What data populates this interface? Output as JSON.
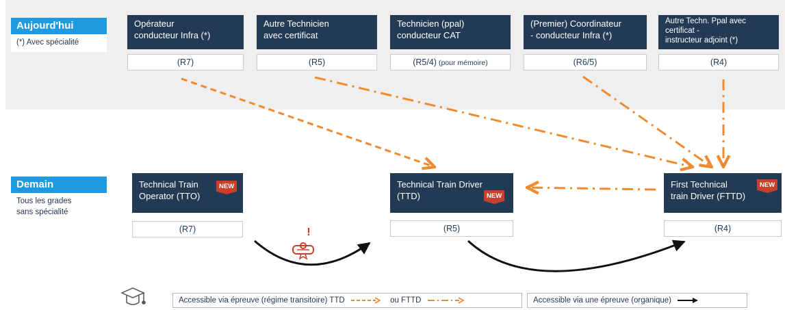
{
  "today": {
    "label": "Aujourd'hui",
    "note": "(*) Avec spécialité",
    "roles": [
      {
        "title_line1": "Opérateur",
        "title_line2": "conducteur Infra (*)",
        "title_line3": "",
        "grade": "(R7)",
        "grade_note": ""
      },
      {
        "title_line1": "Autre Technicien",
        "title_line2": "avec certificat",
        "title_line3": "",
        "grade": "(R5)",
        "grade_note": ""
      },
      {
        "title_line1": "Technicien (ppal)",
        "title_line2": "conducteur CAT",
        "title_line3": "",
        "grade": "(R5/4)",
        "grade_note": "(pour mémoire)"
      },
      {
        "title_line1": "(Premier) Coordinateur",
        "title_line2": "- conducteur Infra (*)",
        "title_line3": "",
        "grade": "(R6/5)",
        "grade_note": ""
      },
      {
        "title_line1": "Autre Techn. Ppal avec",
        "title_line2": "certificat -",
        "title_line3": "instructeur adjoint (*)",
        "grade": "(R4)",
        "grade_note": ""
      }
    ]
  },
  "tomorrow": {
    "label": "Demain",
    "note_line1": "Tous les grades",
    "note_line2": "sans spécialité",
    "new_badge": "NEW",
    "roles": [
      {
        "title_line1": "Technical Train",
        "title_line2": "Operator (TTO)",
        "grade": "(R7)"
      },
      {
        "title_line1": "Technical Train Driver",
        "title_line2": "(TTD)",
        "grade": "(R5)"
      },
      {
        "title_line1": "First Technical",
        "title_line2": "train Driver (FTTD)",
        "grade": "(R4)"
      }
    ]
  },
  "warning_mark": "!",
  "legend": {
    "icon": "graduation-cap-icon",
    "transitional_text": "Accessible via épreuve (régime transitoire) TTD",
    "or_text": "ou FTTD",
    "organic_text": "Accessible via une épreuve (organique)"
  },
  "colors": {
    "accent_blue": "#1e9be0",
    "role_navy": "#233a55",
    "arrow_orange": "#f08a2e",
    "new_red": "#c8402a",
    "band_gray": "#efeff0"
  }
}
